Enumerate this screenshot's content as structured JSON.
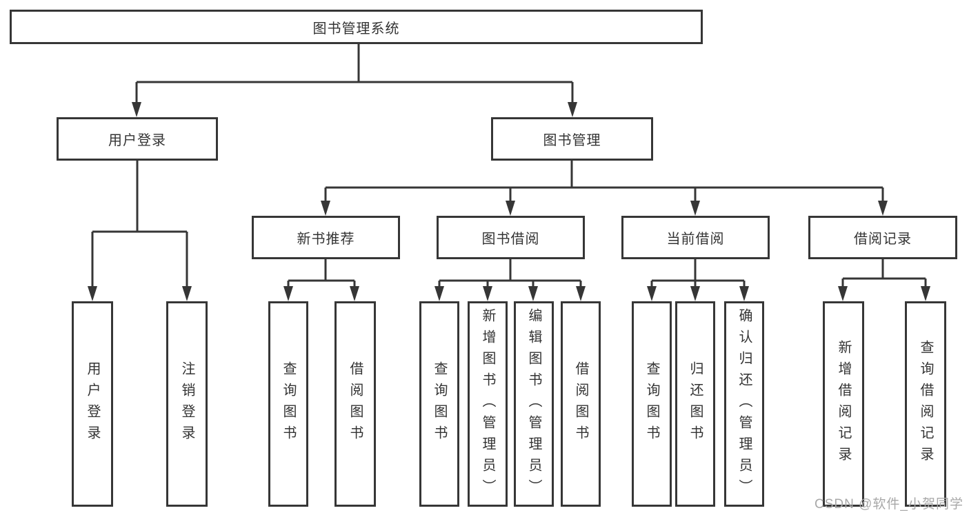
{
  "diagram_title": "图书管理系统",
  "colors": {
    "line": "#363636",
    "text": "#333333",
    "watermark": "#a8a8a8",
    "background": "#ffffff"
  },
  "tree": {
    "label": "图书管理系统",
    "children": [
      {
        "label": "用户登录",
        "children": [
          {
            "label": "用户登录"
          },
          {
            "label": "注销登录"
          }
        ]
      },
      {
        "label": "图书管理",
        "children": [
          {
            "label": "新书推荐",
            "children": [
              {
                "label": "查询图书"
              },
              {
                "label": "借阅图书"
              }
            ]
          },
          {
            "label": "图书借阅",
            "children": [
              {
                "label": "查询图书"
              },
              {
                "label": "新增图书（管理员）"
              },
              {
                "label": "编辑图书（管理员）"
              },
              {
                "label": "借阅图书"
              }
            ]
          },
          {
            "label": "当前借阅",
            "children": [
              {
                "label": "查询图书"
              },
              {
                "label": "归还图书"
              },
              {
                "label": "确认归还（管理员）"
              }
            ]
          },
          {
            "label": "借阅记录",
            "children": [
              {
                "label": "新增借阅记录"
              },
              {
                "label": "查询借阅记录"
              }
            ]
          }
        ]
      }
    ]
  },
  "watermark": {
    "text": "CSDN @软件_小贺同学"
  }
}
